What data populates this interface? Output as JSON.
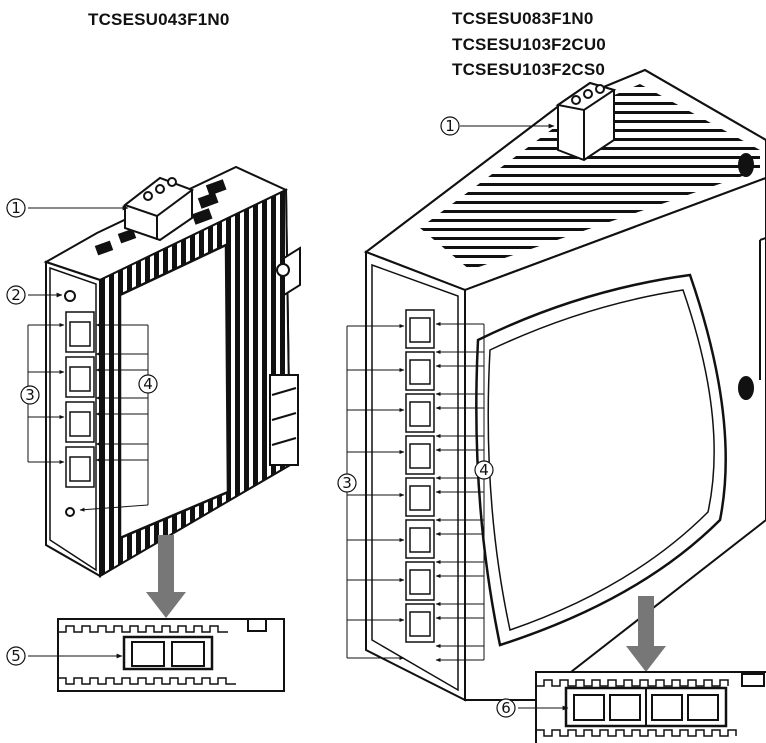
{
  "left_device": {
    "models": [
      "TCSESU043F1N0"
    ],
    "callouts": [
      "1",
      "2",
      "3",
      "4",
      "5"
    ]
  },
  "right_device": {
    "models": [
      "TCSESU083F1N0",
      "TCSESU103F2CU0",
      "TCSESU103F2CS0"
    ],
    "callouts": [
      "1",
      "3",
      "4",
      "6"
    ]
  }
}
